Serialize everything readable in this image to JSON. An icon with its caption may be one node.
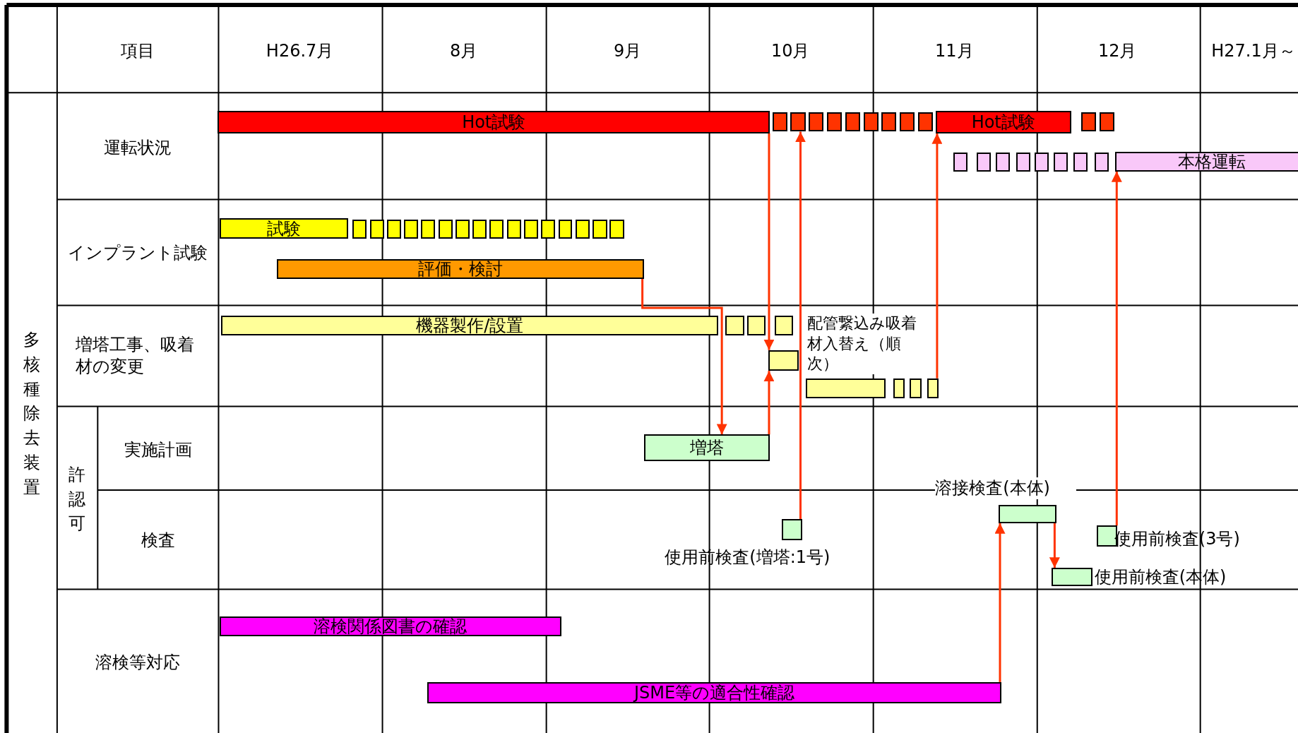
{
  "diagram": {
    "nodes": [
      {
        "text": [
          "Hot試験"
        ]
      },
      {
        "text": [],
        "shape": "box"
      },
      {
        "text": [],
        "shape": "box"
      },
      {
        "text": [],
        "shape": "box"
      },
      {
        "text": [],
        "shape": "box"
      },
      {
        "text": [],
        "shape": "box"
      },
      {
        "text": [],
        "shape": "box"
      },
      {
        "text": [],
        "shape": "box"
      },
      {
        "text": [],
        "shape": "box"
      },
      {
        "text": [],
        "shape": "box"
      },
      {
        "text": [
          "Hot試験"
        ]
      },
      {
        "text": [],
        "shape": "box"
      },
      {
        "text": [],
        "shape": "box"
      },
      {
        "text": [],
        "shape": "box"
      },
      {
        "text": [],
        "shape": "box"
      },
      {
        "text": [],
        "shape": "box"
      },
      {
        "text": [],
        "shape": "box"
      },
      {
        "text": [],
        "shape": "box"
      },
      {
        "text": [],
        "shape": "box"
      },
      {
        "text": [],
        "shape": "box"
      },
      {
        "text": [],
        "shape": "box"
      },
      {
        "text": [
          "本格運転"
        ]
      },
      {
        "text": [
          "試験"
        ]
      },
      {
        "text": [],
        "shape": "box"
      },
      {
        "text": [],
        "shape": "box"
      },
      {
        "text": [],
        "shape": "box"
      },
      {
        "text": [],
        "shape": "box"
      },
      {
        "text": [],
        "shape": "box"
      },
      {
        "text": [],
        "shape": "box"
      },
      {
        "text": [],
        "shape": "box"
      },
      {
        "text": [],
        "shape": "box"
      },
      {
        "text": [],
        "shape": "box"
      },
      {
        "text": [],
        "shape": "box"
      },
      {
        "text": [],
        "shape": "box"
      },
      {
        "text": [],
        "shape": "box"
      },
      {
        "text": [],
        "shape": "box"
      },
      {
        "text": [],
        "shape": "box"
      },
      {
        "text": [],
        "shape": "box"
      },
      {
        "text": [],
        "shape": "box"
      },
      {
        "text": [
          "評価・検討"
        ]
      },
      {
        "text": [
          "機器製作/設置"
        ]
      },
      {
        "text": [],
        "shape": "box"
      },
      {
        "text": [],
        "shape": "box"
      },
      {
        "text": [],
        "shape": "box"
      },
      {
        "text": [],
        "shape": "box"
      },
      {
        "text": [
          "配管繋込み吸着材入替え（順次）"
        ]
      },
      {
        "text": [],
        "shape": "box"
      },
      {
        "text": [],
        "shape": "box"
      },
      {
        "text": [],
        "shape": "box"
      },
      {
        "text": [
          "増塔"
        ]
      },
      {
        "text": [],
        "shape": "box",
        "beside": [
          "使用前検査(増塔:1号)"
        ]
      },
      {
        "text": [
          "溶接検査(本体)"
        ]
      },
      {
        "text": [],
        "shape": "box",
        "beside": [
          "使用前検査(3号)"
        ]
      },
      {
        "text": [],
        "shape": "box",
        "beside": [
          "使用前検査(本体)"
        ]
      },
      {
        "text": [
          "溶検関係図書の確認"
        ]
      },
      {
        "text": [
          "JSME等の適合性確認"
        ]
      }
    ],
    "edges": [
      {
        "from": 0,
        "to": 44,
        "arrow": "to"
      },
      {
        "from": 39,
        "to": 49,
        "arrow": "to"
      },
      {
        "from": 49,
        "to": 44,
        "arrow": "to"
      },
      {
        "from": 50,
        "to": 2,
        "arrow": "to"
      },
      {
        "from": 48,
        "to": 10,
        "arrow": "to"
      },
      {
        "from": 55,
        "to": 51,
        "arrow": "to"
      },
      {
        "from": 51,
        "to": 53,
        "arrow": "to"
      },
      {
        "from": 52,
        "to": 21,
        "arrow": "to"
      }
    ],
    "labels": [
      "項目",
      "H26.7月",
      "8月",
      "9月",
      "10月",
      "11月",
      "12月",
      "H27.1月～",
      "多核種除去装置",
      "運転状況",
      "インプラント試験",
      "増塔工事、吸着材の変更",
      "許認可",
      "実施計画",
      "検査",
      "溶検等対応"
    ]
  }
}
